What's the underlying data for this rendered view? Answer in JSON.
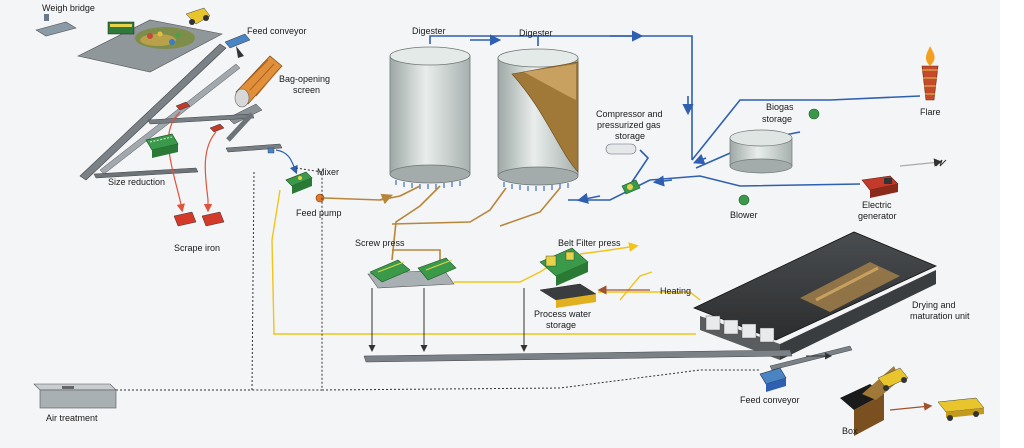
{
  "labels": {
    "weigh_bridge": "Weigh bridge",
    "feed_conveyor_top": "Feed conveyor",
    "bag_opening_1": "Bag-opening",
    "bag_opening_2": "screen",
    "size_reduction": "Size reduction",
    "scrape_iron": "Scrape iron",
    "mixer": "Mixer",
    "feed_pump": "Feed pump",
    "digester_1": "Digester",
    "digester_2": "Digester",
    "compressor_1": "Compressor and",
    "compressor_2": "pressurized gas",
    "compressor_3": "storage",
    "biogas_1": "Biogas",
    "biogas_2": "storage",
    "flare": "Flare",
    "blower": "Blower",
    "electric_1": "Electric",
    "electric_2": "generator",
    "screw_press": "Screw press",
    "belt_filter": "Belt Filter press",
    "heating": "Heating",
    "process_water_1": "Process water",
    "process_water_2": "storage",
    "drying_1": "Drying and",
    "drying_2": "maturation unit",
    "air_treatment": "Air treatment",
    "feed_conveyor_bottom": "Feed conveyor",
    "box": "Box"
  },
  "colors": {
    "gas_line": "#2e5fb0",
    "sludge_line": "#b8863a",
    "liquid_line": "#f2c318",
    "heat_line": "#a0522d",
    "scrap_line": "#e0533c",
    "equipment_green": "#3a9a4a",
    "background_panel": "#f4f5f7"
  }
}
